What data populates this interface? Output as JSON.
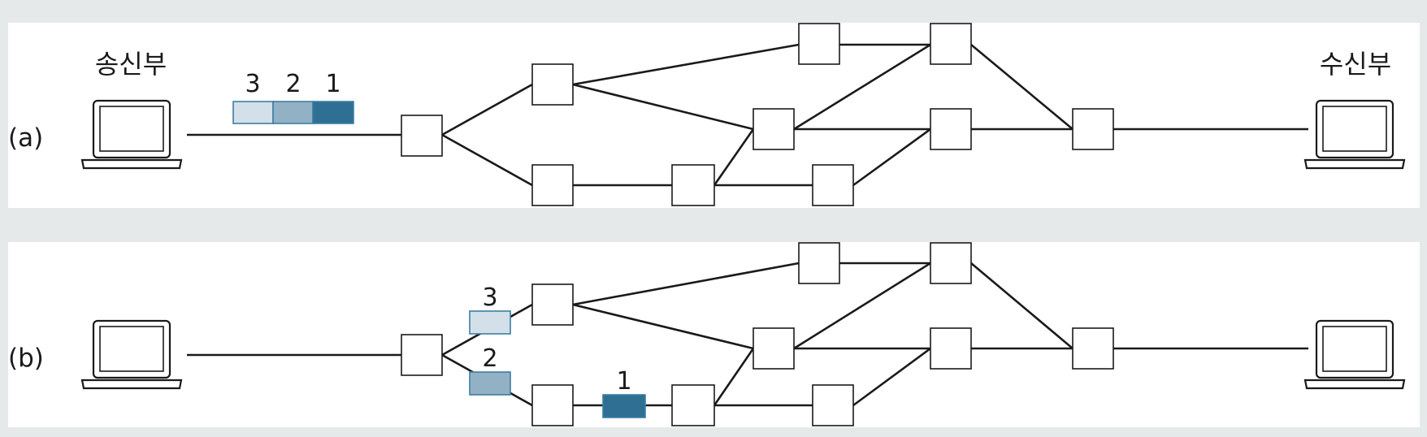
{
  "panels": [
    {
      "id": "a",
      "label": "(a)",
      "sender_label": "송신부",
      "receiver_label": "수신부",
      "packets": [
        {
          "number": "3",
          "color": "#d3e0ea"
        },
        {
          "number": "2",
          "color": "#93b1c5"
        },
        {
          "number": "1",
          "color": "#2e6f93"
        }
      ]
    },
    {
      "id": "b",
      "label": "(b)",
      "packets": [
        {
          "number": "3",
          "color": "#d3e0ea"
        },
        {
          "number": "2",
          "color": "#93b1c5"
        },
        {
          "number": "1",
          "color": "#2e6f93"
        }
      ]
    }
  ],
  "colors": {
    "background": "#e6e9ea",
    "panel": "#ffffff",
    "line": "#1a1a1a",
    "packet_border": "#3d7ea3"
  },
  "icons": [
    "laptop-icon",
    "router-node"
  ]
}
